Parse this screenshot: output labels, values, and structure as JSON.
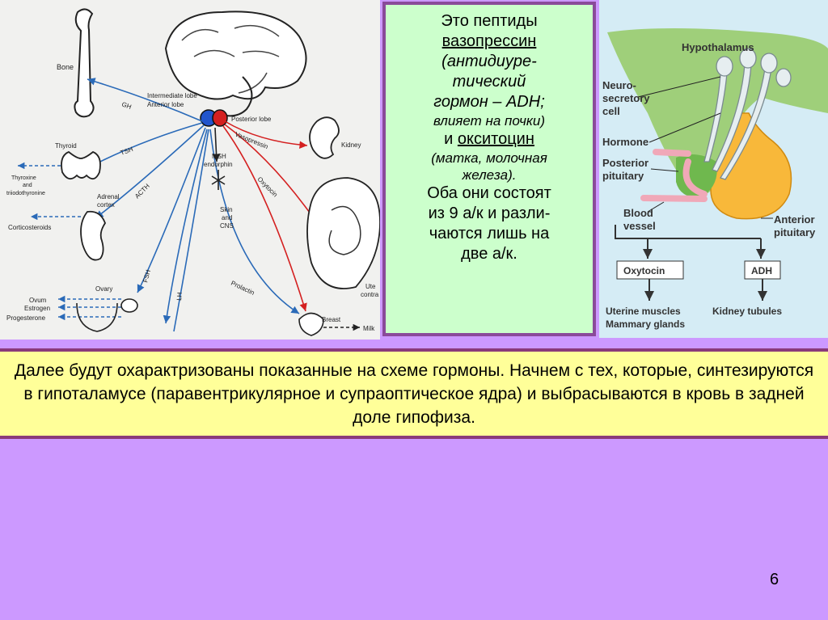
{
  "left_diagram": {
    "labels": {
      "bone": "Bone",
      "intermediate_lobe": "Intermediate lobe",
      "anterior_lobe": "Anterior lobe",
      "posterior_lobe": "Posterior lobe",
      "gh": "GH",
      "thyroid": "Thyroid",
      "tsh": "TSH",
      "thyroxine": "Thyroxine",
      "and": "and",
      "triiodothyronine": "triiodothyronine",
      "adrenal": "Adrenal",
      "cortex": "cortex",
      "acth": "ACTH",
      "corticosteroids": "Corticosteroids",
      "msh_endorphin_1": "MSH",
      "msh_endorphin_2": "endorphin",
      "vasopressin": "Vasopressin",
      "kidney": "Kidney",
      "oxytocin": "Oxytocin",
      "skin_1": "Skin",
      "skin_2": "and",
      "skin_3": "CNS",
      "ovary": "Ovary",
      "ovum": "Ovum",
      "estrogen": "Estrogen",
      "progesterone": "Progesterone",
      "fsh": "FSH",
      "lh": "LH",
      "prolactin": "Prolactin",
      "breast": "Breast",
      "milk": "Milk",
      "uterine_1": "Ute",
      "uterine_2": "contra"
    }
  },
  "center_box": {
    "line1": "Это пептиды",
    "line2": "вазопрессин",
    "line3": "(антидиуре-",
    "line4": "тический",
    "line5": "гормон – ADH;",
    "line6": "влияет на почки)",
    "line7_prefix": "и ",
    "line7_word": "окситоцин",
    "line8": "(матка, молочная",
    "line9": "железа).",
    "line10": "Оба они состоят",
    "line11": "из 9 а/к и разли-",
    "line12": "чаются лишь на",
    "line13": "две а/к."
  },
  "right_diagram": {
    "labels": {
      "hypothalamus": "Hypothalamus",
      "neuro": "Neuro-",
      "secretory": "secretory",
      "cell": "cell",
      "hormone": "Hormone",
      "posterior": "Posterior",
      "pituitary": "pituitary",
      "blood": "Blood",
      "vessel": "vessel",
      "anterior": "Anterior",
      "anterior_pituitary": "pituitary",
      "oxytocin": "Oxytocin",
      "adh": "ADH",
      "uterine_muscles": "Uterine muscles",
      "mammary_glands": "Mammary glands",
      "kidney_tubules": "Kidney tubules"
    }
  },
  "bottom_box": {
    "text": "Далее будут охарактризованы показанные на схеме гормоны. Начнем с тех, которые, синтезируются в гипоталамусе (паравентрикулярное и супраоптическое ядра) и выбрасываются в кровь в задней доле гипофиза."
  },
  "page_number": "6",
  "colors": {
    "background": "#cc99ff",
    "center_box_bg": "#ccffcc",
    "center_box_border": "#8a4a9a",
    "bottom_box_bg": "#ffff99",
    "blue_arrow": "#2a6ab8",
    "red_arrow": "#d42020"
  }
}
